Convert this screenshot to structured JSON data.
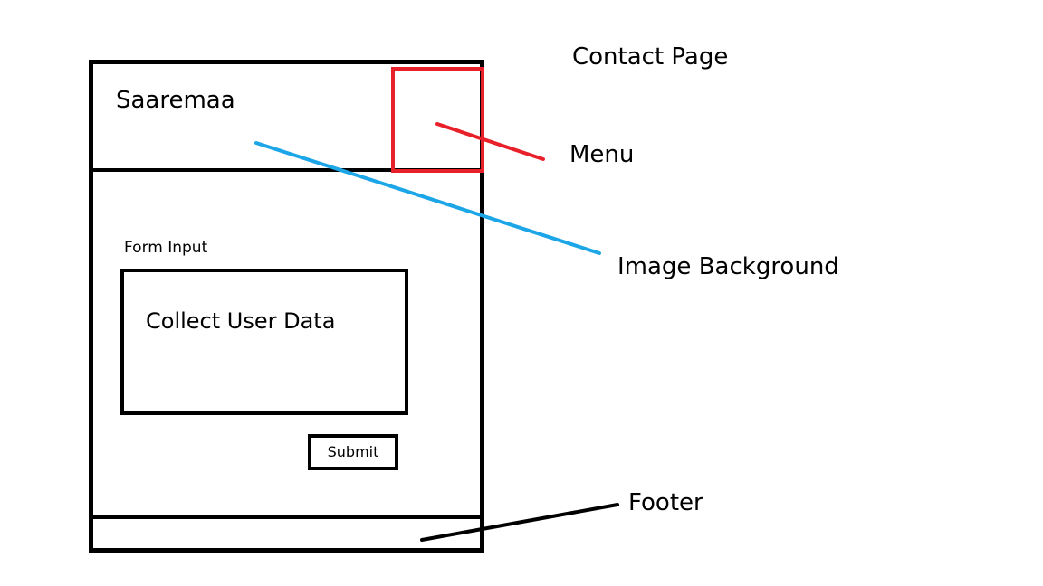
{
  "page_title": "Contact Page",
  "wireframe": {
    "site_name": "Saaremaa",
    "form_label": "Form Input",
    "data_box_text": "Collect User Data",
    "submit_label": "Submit"
  },
  "annotations": {
    "menu": "Menu",
    "image_background": "Image Background",
    "footer": "Footer"
  },
  "colors": {
    "menu_annotation": "#e8202a",
    "image_background_annotation": "#1ca6e8",
    "footer_annotation": "#000000"
  }
}
